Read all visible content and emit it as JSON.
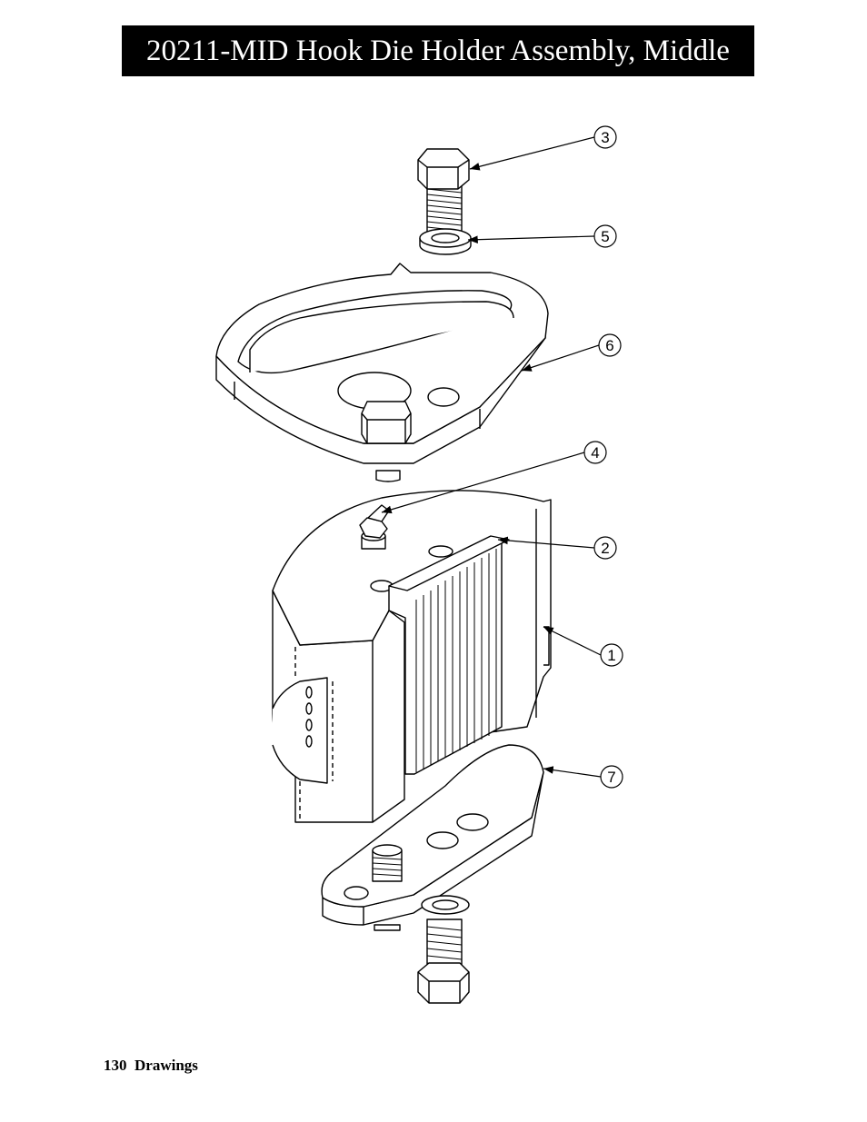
{
  "header": {
    "title": "20211-MID Hook Die Holder Assembly, Middle"
  },
  "footer": {
    "page_number": "130",
    "section": "Drawings"
  },
  "callouts": [
    "3",
    "5",
    "6",
    "4",
    "2",
    "1",
    "7"
  ]
}
